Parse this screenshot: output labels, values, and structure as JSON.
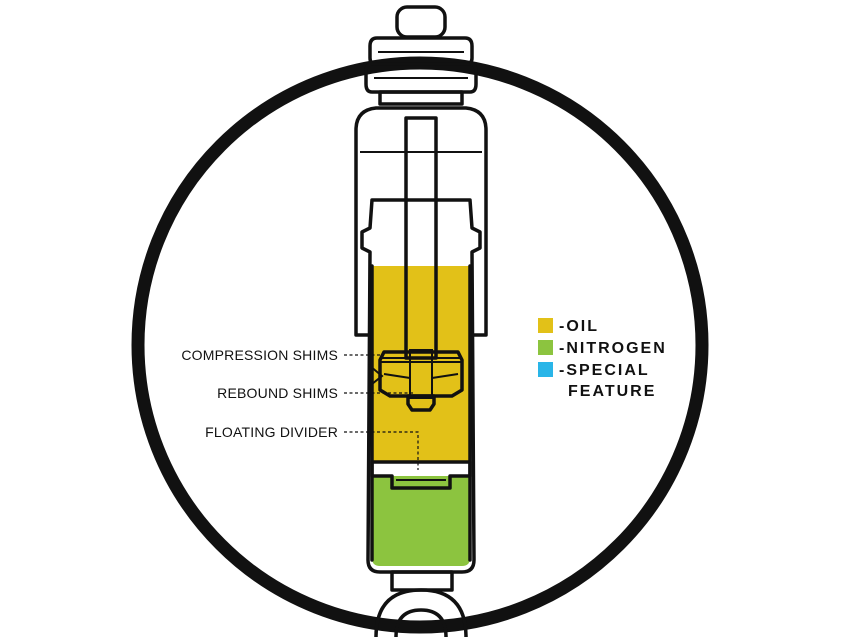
{
  "colors": {
    "oil": "#e2c118",
    "nitrogen": "#8cc43f",
    "special_feature": "#29b5e8",
    "outline": "#111111"
  },
  "callouts": {
    "compression_shims": "COMPRESSION SHIMS",
    "rebound_shims": "REBOUND SHIMS",
    "floating_divider": "FLOATING DIVIDER"
  },
  "legend": {
    "oil": "-OIL",
    "nitrogen": "-NITROGEN",
    "special_line1": "-SPECIAL",
    "special_line2": "FEATURE"
  }
}
